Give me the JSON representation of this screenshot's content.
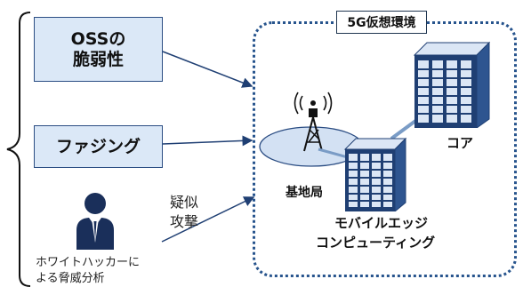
{
  "boxes": {
    "oss_line1": "OSSの",
    "oss_line2": "脆弱性",
    "fuzzing": "ファジング"
  },
  "attack_label": {
    "line1": "疑似",
    "line2": "攻撃"
  },
  "hacker_caption": {
    "line1": "ホワイトハッカーに",
    "line2": "よる脅威分析"
  },
  "environment_label": "5G仮想環境",
  "components": {
    "core": "コア",
    "base_station": "基地局",
    "mec_line1": "モバイルエッジ",
    "mec_line2": "コンピューティング"
  },
  "colors": {
    "box_fill": "#dbe8f7",
    "box_border": "#2b4d83",
    "env_border": "#27548d",
    "server_dark": "#1f3f73",
    "server_light": "#dbe6f5",
    "person": "#1a2f5a"
  }
}
